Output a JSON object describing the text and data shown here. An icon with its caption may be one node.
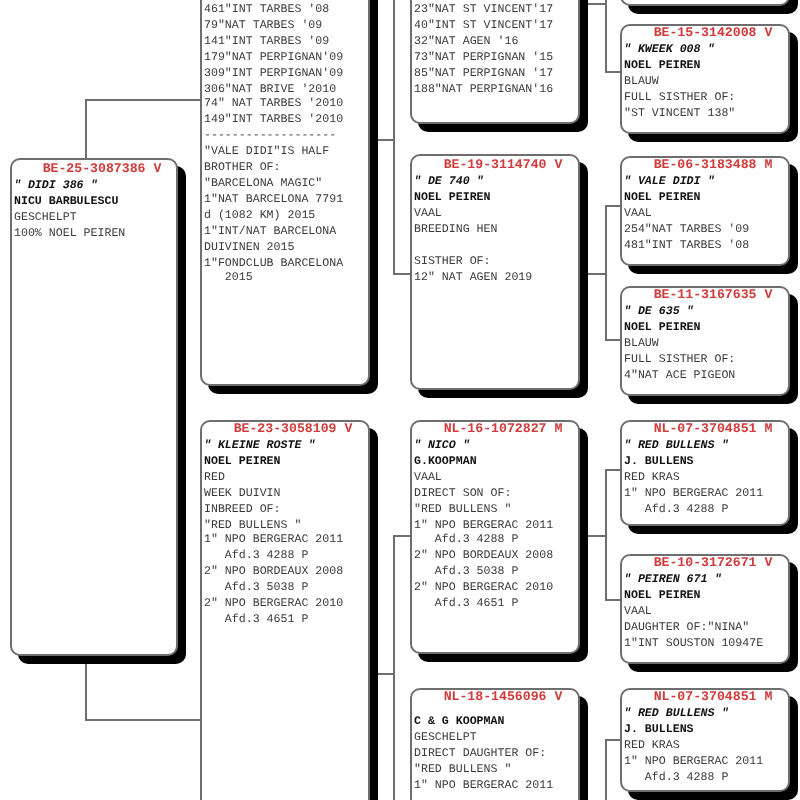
{
  "diagram": {
    "nodes": [
      {
        "text": [
          "BE-25-3087386 V",
          "\" DIDI 386 \"",
          "NICU BARBULESCU",
          "GESCHELPT",
          "100% NOEL PEIREN"
        ]
      },
      {
        "text": [
          "461\"INT TARBES '08",
          "79\"NAT TARBES '09",
          "141\"INT TARBES '09",
          "179\"NAT PERPIGNAN'09",
          "309\"INT PERPIGNAN'09",
          "306\"NAT BRIVE '2010",
          "74\" NAT TARBES '2010",
          "149\"INT TARBES '2010",
          "-------------------",
          "\"VALE DIDI\"IS HALF BROTHER OF:",
          "\"BARCELONA MAGIC\"",
          "1\"NAT BARCELONA 7791 d (1082 KM) 2015",
          "1\"INT/NAT BARCELONA DUIVINEN 2015",
          "1\"FONDCLUB BARCELONA 2015"
        ]
      },
      {
        "text": [
          "BE-23-3058109 V",
          "\" KLEINE ROSTE \"",
          "NOEL PEIREN",
          "RED",
          "WEEK DUIVIN",
          "INBREED OF:",
          "\"RED BULLENS \"",
          "1\" NPO BERGERAC 2011 Afd.3 4288 P",
          "2\" NPO BORDEAUX 2008 Afd.3 5038 P",
          "2\" NPO BERGERAC 2010 Afd.3 4651 P"
        ]
      },
      {
        "text": [
          "23\"NAT ST VINCENT'17",
          "40\"INT ST VINCENT'17",
          "32\"NAT AGEN '16",
          "73\"NAT PERPIGNAN '15",
          "85\"NAT PERPIGNAN '17",
          "188\"NAT PERPIGNAN'16"
        ]
      },
      {
        "text": [
          "BE-19-3114740 V",
          "\" DE 740 \"",
          "NOEL PEIREN",
          "VAAL",
          "BREEDING HEN",
          "SISTHER OF:",
          "12\" NAT AGEN 2019"
        ]
      },
      {
        "text": [
          "NL-16-1072827 M",
          "\" NICO \"",
          "G.KOOPMAN",
          "VAAL",
          "DIRECT SON OF:",
          "\"RED BULLENS \"",
          "1\" NPO BERGERAC 2011 Afd.3 4288 P",
          "2\" NPO BORDEAUX 2008 Afd.3 5038 P",
          "2\" NPO BERGERAC 2010 Afd.3 4651 P"
        ]
      },
      {
        "text": [
          "NL-18-1456096 V",
          "C & G KOOPMAN",
          "GESCHELPT",
          "DIRECT DAUGHTER OF:",
          "\"RED BULLENS \"",
          "1\" NPO BERGERAC 2011"
        ]
      },
      {
        "text": [],
        "shape": "box"
      },
      {
        "text": [
          "BE-15-3142008 V",
          "\" KWEEK 008 \"",
          "NOEL PEIREN",
          "BLAUW",
          "FULL SISTHER OF:",
          "\"ST VINCENT 138\""
        ]
      },
      {
        "text": [
          "BE-06-3183488 M",
          "\" VALE DIDI \"",
          "NOEL PEIREN",
          "VAAL",
          "254\"NAT TARBES '09",
          "481\"INT TARBES '08"
        ]
      },
      {
        "text": [
          "BE-11-3167635 V",
          "\" DE 635 \"",
          "NOEL PEIREN",
          "BLAUW",
          "FULL SISTHER OF:",
          "4\"NAT ACE PIGEON"
        ]
      },
      {
        "text": [
          "NL-07-3704851 M",
          "\" RED BULLENS \"",
          "J. BULLENS",
          "RED KRAS",
          "1\" NPO BERGERAC 2011 Afd.3 4288 P"
        ]
      },
      {
        "text": [
          "BE-10-3172671 V",
          "\" PEIREN 671 \"",
          "NOEL PEIREN",
          "VAAL",
          "DAUGHTER OF:\"NINA\"",
          "1\"INT SOUSTON 10947E"
        ]
      },
      {
        "text": [
          "NL-07-3704851 M",
          "\" RED BULLENS \"",
          "J. BULLENS",
          "RED KRAS",
          "1\" NPO BERGERAC 2011 Afd.3 4288 P"
        ]
      }
    ],
    "edges": [
      {
        "from": 0,
        "to": 1,
        "arrow": "none"
      },
      {
        "from": 0,
        "to": 2,
        "arrow": "none"
      },
      {
        "from": 1,
        "to": 3,
        "arrow": "none"
      },
      {
        "from": 1,
        "to": 4,
        "arrow": "none"
      },
      {
        "from": 2,
        "to": 5,
        "arrow": "none"
      },
      {
        "from": 2,
        "to": 6,
        "arrow": "none"
      },
      {
        "from": 3,
        "to": 7,
        "arrow": "none"
      },
      {
        "from": 3,
        "to": 8,
        "arrow": "none"
      },
      {
        "from": 4,
        "to": 9,
        "arrow": "none"
      },
      {
        "from": 4,
        "to": 10,
        "arrow": "none"
      },
      {
        "from": 5,
        "to": 11,
        "arrow": "none"
      },
      {
        "from": 5,
        "to": 12,
        "arrow": "none"
      },
      {
        "from": 6,
        "to": 13,
        "arrow": "none"
      }
    ]
  }
}
